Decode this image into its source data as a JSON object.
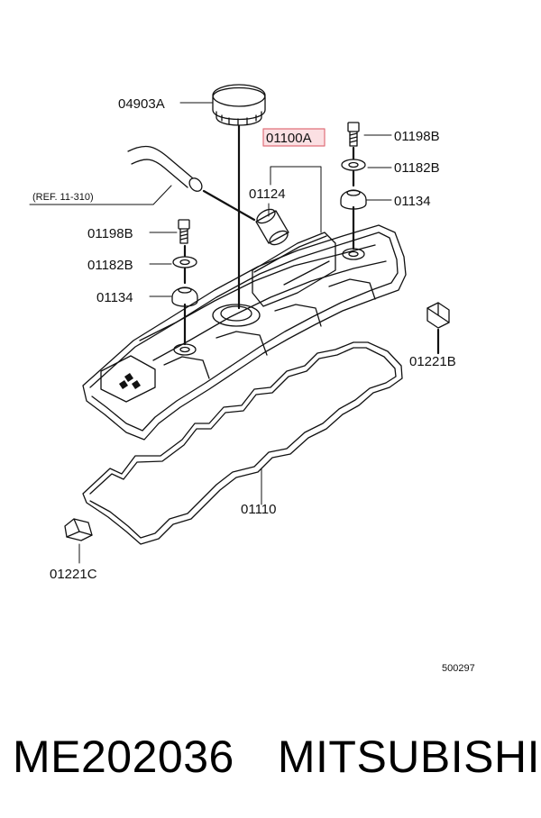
{
  "diagram": {
    "labels": {
      "cap": "04903A",
      "cover_assy": "01100A",
      "ref": "(REF. 11-310)",
      "breather_pipe": "01124",
      "bolt_right": "01198B",
      "washer_right": "01182B",
      "grommet_right": "01134",
      "bolt_left": "01198B",
      "washer_left": "01182B",
      "grommet_left": "01134",
      "seal_right": "01221B",
      "gasket": "01110",
      "seal_left": "01221C",
      "diagram_no": "500297"
    },
    "colors": {
      "highlight": "#e0707a",
      "highlight_fill": "#fbe0e3",
      "line": "#111111"
    }
  },
  "footer": {
    "part_number": "ME202036",
    "brand": "MITSUBISHI"
  }
}
